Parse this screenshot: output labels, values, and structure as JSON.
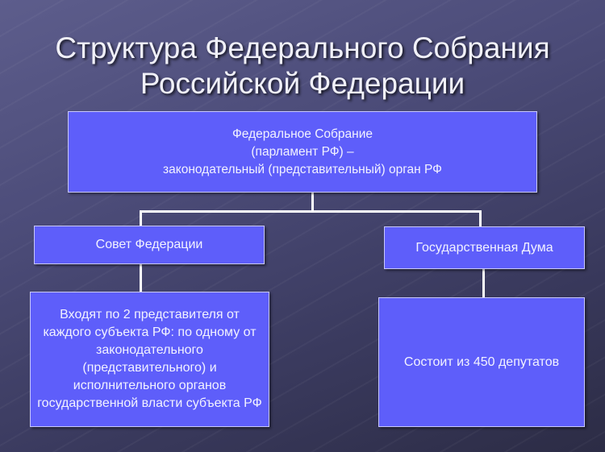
{
  "title": {
    "line1": "Структура Федерального Собрания",
    "line2": "Российской Федерации"
  },
  "nodes": {
    "federal_assembly": "Федеральное Собрание\n(парламент РФ) –\nзаконодательный (представительный) орган РФ",
    "federation_council": "Совет Федерации",
    "state_duma": "Государственная Дума",
    "federation_council_desc": "Входят по 2 представителя от каждого субъекта РФ: по одному от законодательного (представительного) и исполнительного органов государственной власти субъекта РФ",
    "state_duma_desc": "Состоит из 450 депутатов"
  },
  "edges": [
    {
      "from": "federal_assembly",
      "to": "federation_council"
    },
    {
      "from": "federal_assembly",
      "to": "state_duma"
    },
    {
      "from": "federation_council",
      "to": "federation_council_desc"
    },
    {
      "from": "state_duma",
      "to": "state_duma_desc"
    }
  ],
  "colors": {
    "box_fill": "#5e5efa",
    "box_border": "#c8c8ff",
    "connector": "#ffffff",
    "background": "#4c4c79",
    "text": "#f2f2ff"
  }
}
